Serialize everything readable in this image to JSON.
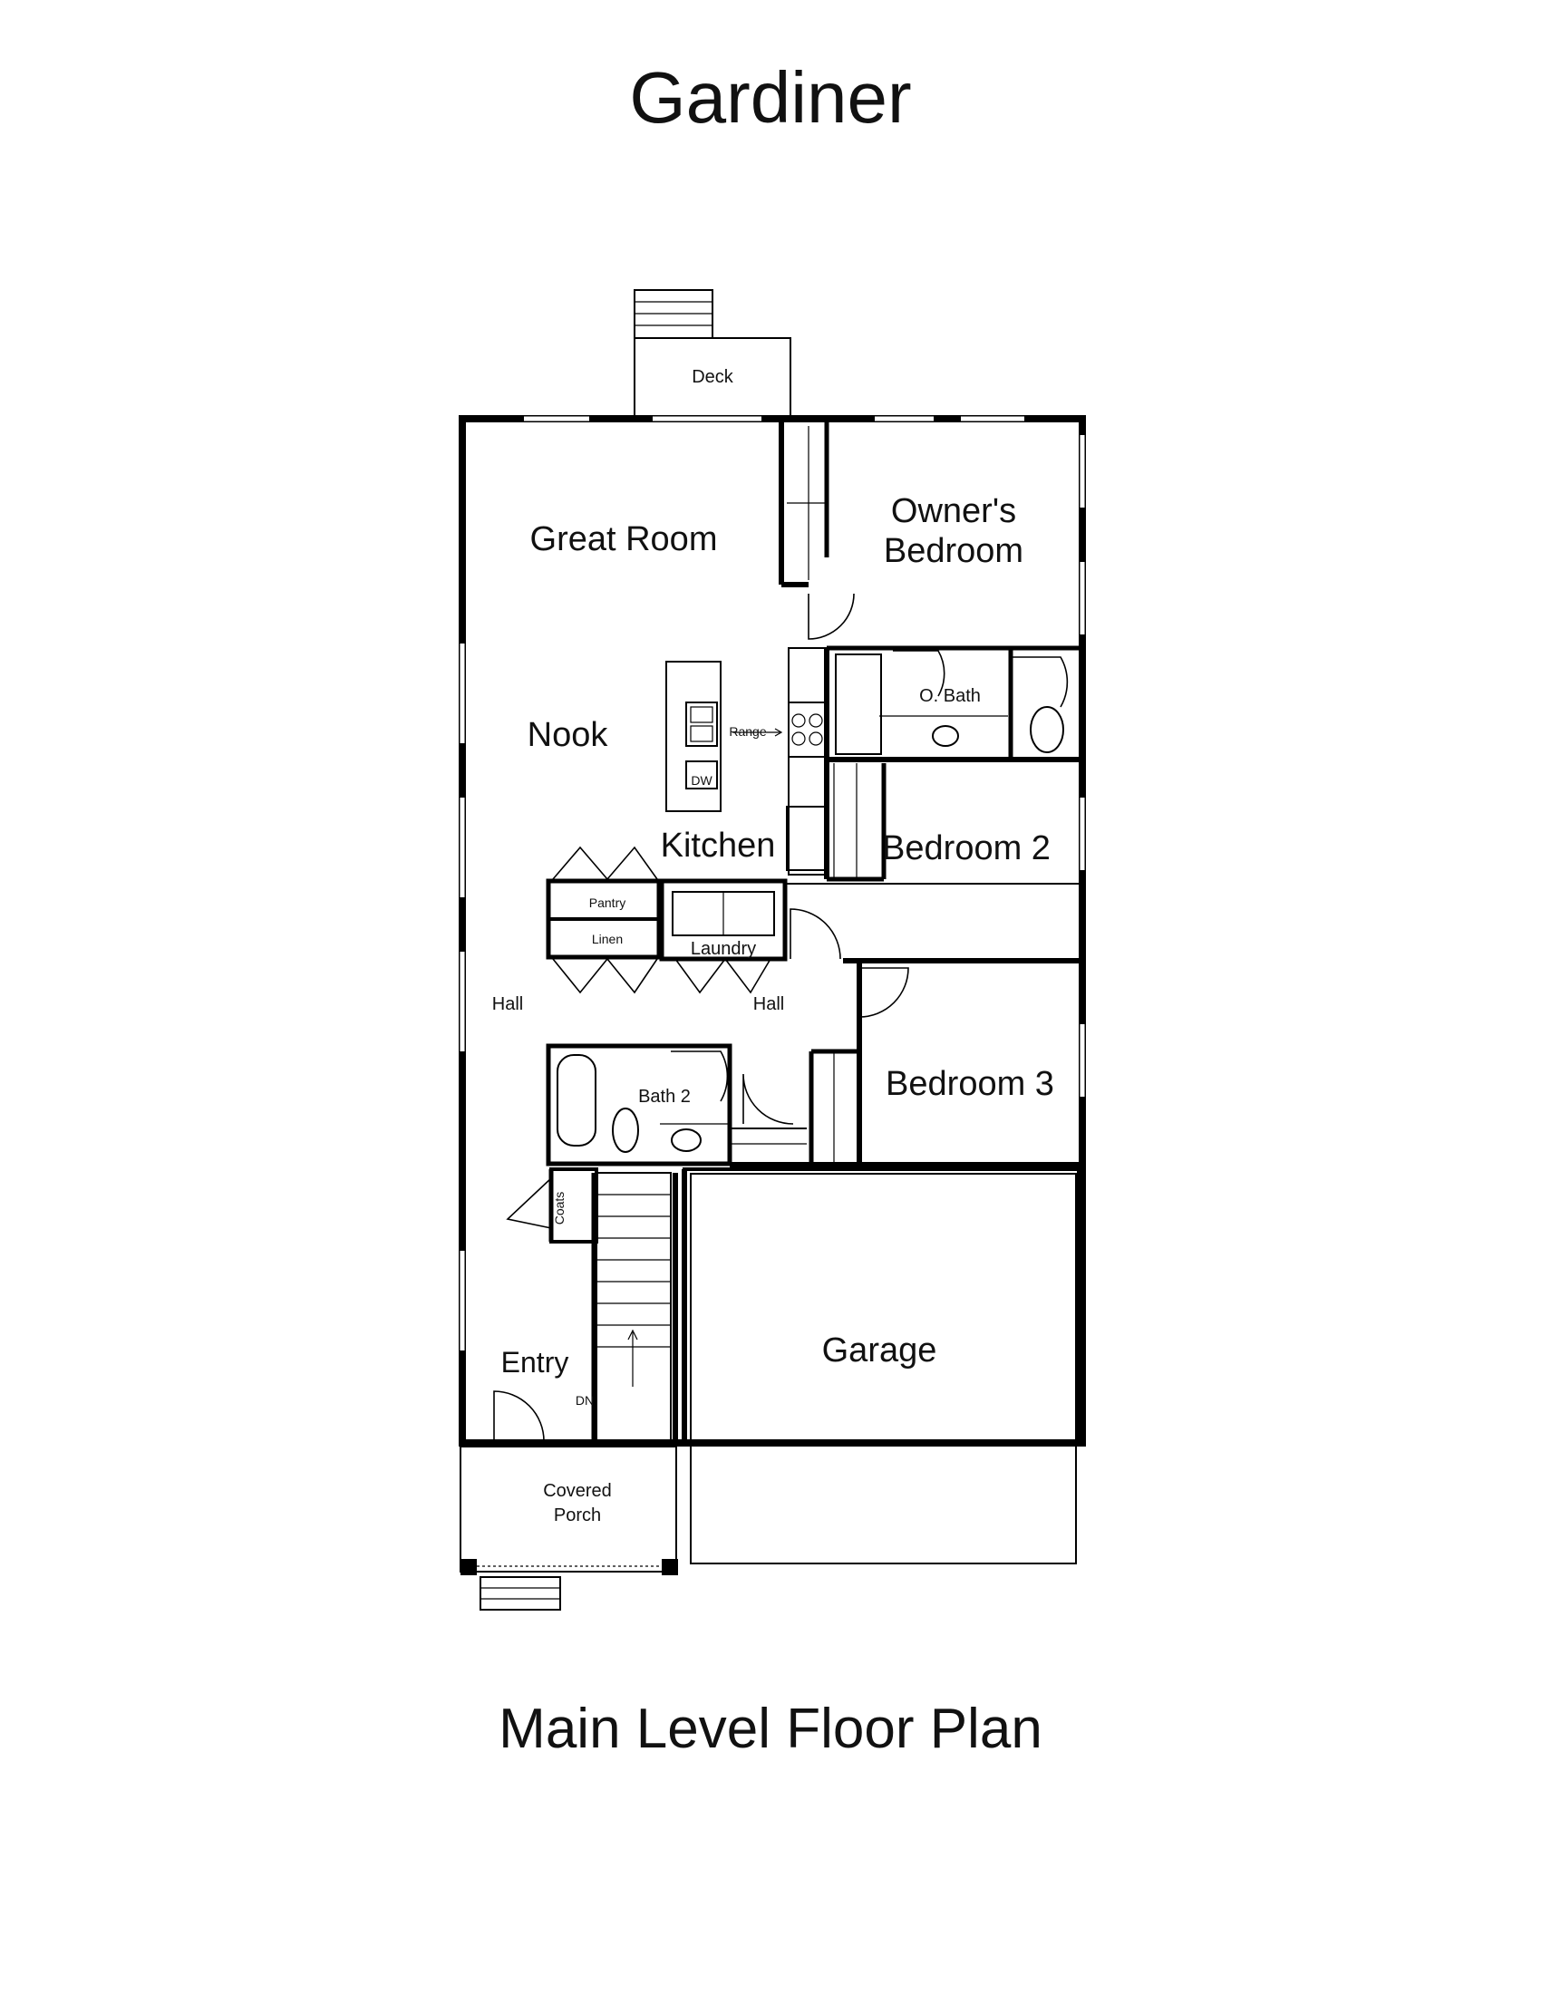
{
  "title": "Gardiner",
  "subtitle": "Main Level Floor Plan",
  "rooms": {
    "deck": "Deck",
    "great_room": "Great Room",
    "owners_bedroom_line1": "Owner's",
    "owners_bedroom_line2": "Bedroom",
    "o_bath": "O. Bath",
    "nook": "Nook",
    "range": "Range",
    "dw": "DW",
    "kitchen": "Kitchen",
    "bedroom2": "Bedroom 2",
    "pantry": "Pantry",
    "linen": "Linen",
    "laundry": "Laundry",
    "hall_left": "Hall",
    "hall_right": "Hall",
    "bath2": "Bath 2",
    "bedroom3": "Bedroom 3",
    "coats": "Coats",
    "garage": "Garage",
    "entry": "Entry",
    "dn": "DN",
    "porch_line1": "Covered",
    "porch_line2": "Porch"
  }
}
